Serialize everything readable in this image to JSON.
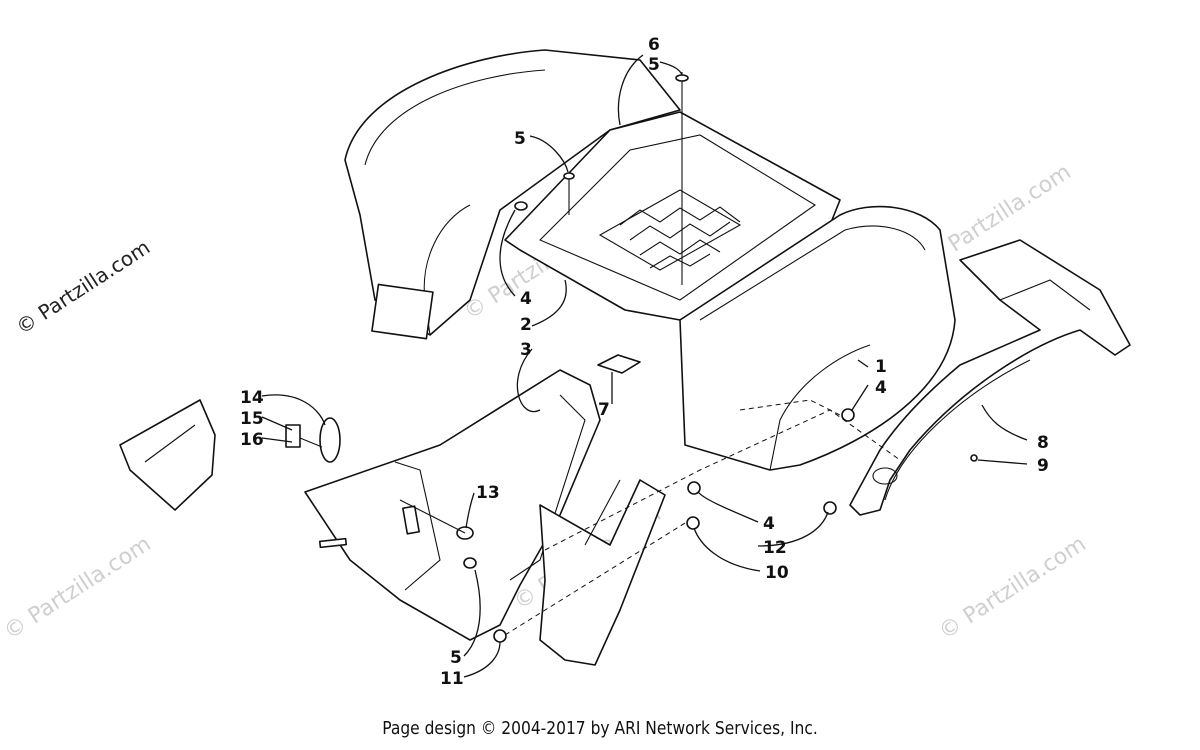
{
  "watermark": "© Partzilla.com",
  "footer": "Page design © 2004-2017 by ARI Network Services, Inc.",
  "callouts": {
    "c6_top": "6",
    "c5_top": "5",
    "c5_left": "5",
    "c4_left": "4",
    "c2": "2",
    "c3": "3",
    "c1": "1",
    "c4_right": "4",
    "c7": "7",
    "c14": "14",
    "c15": "15",
    "c16": "16",
    "c13": "13",
    "c8": "8",
    "c9": "9",
    "c4_bottom": "4",
    "c12": "12",
    "c10": "10",
    "c5_bottom": "5",
    "c11": "11"
  }
}
